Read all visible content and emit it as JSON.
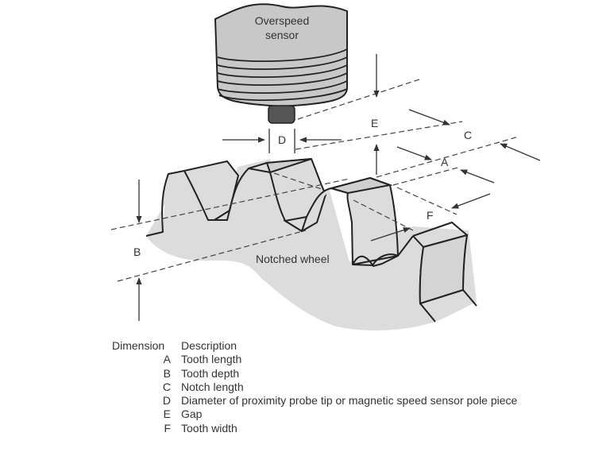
{
  "diagram": {
    "sensor_label_line1": "Overspeed",
    "sensor_label_line2": "sensor",
    "wheel_label": "Notched wheel",
    "dimension_labels": {
      "A": "A",
      "B": "B",
      "C": "C",
      "D": "D",
      "E": "E",
      "F": "F"
    },
    "colors": {
      "sensor_body": "#c8c8c8",
      "sensor_tip": "#555555",
      "wheel_fill": "#dcdcdc",
      "outline": "#222222",
      "annotation": "#333333"
    }
  },
  "legend": {
    "header_dimension": "Dimension",
    "header_description": "Description",
    "rows": [
      {
        "key": "A",
        "description": "Tooth length"
      },
      {
        "key": "B",
        "description": "Tooth depth"
      },
      {
        "key": "C",
        "description": "Notch length"
      },
      {
        "key": "D",
        "description": "Diameter of proximity probe tip or magnetic speed sensor pole piece"
      },
      {
        "key": "E",
        "description": "Gap"
      },
      {
        "key": "F",
        "description": "Tooth width"
      }
    ]
  }
}
